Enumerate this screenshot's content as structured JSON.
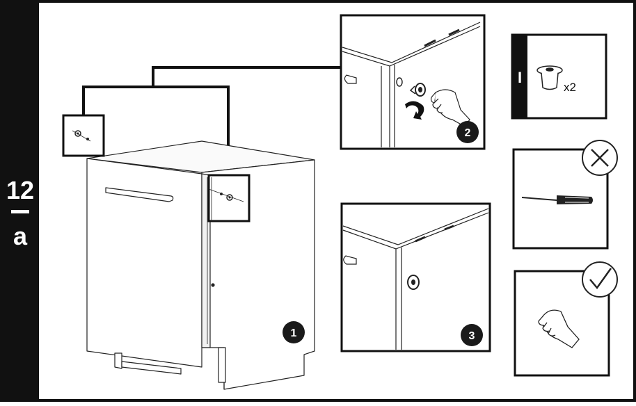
{
  "step": {
    "number": "12",
    "letter": "a"
  },
  "callouts": [
    {
      "label": "1"
    },
    {
      "label": "2"
    },
    {
      "label": "3"
    }
  ],
  "parts_box": {
    "index": "I",
    "quantity": "x2",
    "icon": "plastic-cap-icon"
  },
  "tools": [
    {
      "icon": "screwdriver-icon",
      "status": "not-required",
      "status_icon": "cross-icon"
    },
    {
      "icon": "hand-icon",
      "status": "by-hand",
      "status_icon": "check-icon"
    }
  ],
  "colors": {
    "ink": "#111111",
    "paper": "#ffffff",
    "sidebar": "#111111"
  }
}
